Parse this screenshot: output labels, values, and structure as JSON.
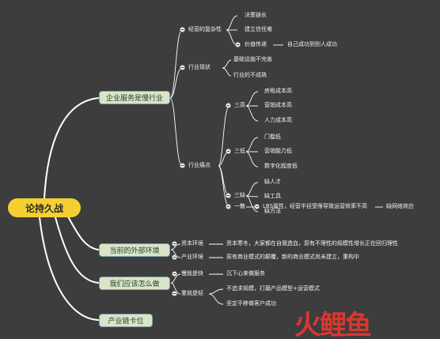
{
  "root": "论持久战",
  "branches": [
    {
      "label": "企业服务是慢行业",
      "children": [
        {
          "label": "经营的复杂性",
          "children": [
            {
              "label": "决策链长"
            },
            {
              "label": "建立信任难"
            },
            {
              "label": "价值传递",
              "note": "自己成功到别人成功"
            }
          ]
        },
        {
          "label": "行业现状",
          "children": [
            {
              "label": "基础设施不完善"
            },
            {
              "label": "行业的不成熟"
            }
          ]
        },
        {
          "label": "行业痛点",
          "children": [
            {
              "label": "三高",
              "children": [
                "房租成本高",
                "营销成本高",
                "人力成本高"
              ]
            },
            {
              "label": "三低",
              "children": [
                "门槛低",
                "营销能力低",
                "数字化程度低"
              ]
            },
            {
              "label": "三缺",
              "children": [
                "缺人才",
                "缺工具",
                "缺方法"
              ]
            },
            {
              "label": "一散",
              "children": [
                "LBS属性，经营半径受限导致运营效率不高"
              ],
              "note": "缺网络效应"
            }
          ]
        }
      ]
    },
    {
      "label": "当前的外部环境",
      "children": [
        {
          "label": "资本环境",
          "note": "资本寒冬，大家都在自我造血，原有不理性的规模性增长正在回归理性"
        },
        {
          "label": "产业环境",
          "note": "原有商业模式的颠覆，新的商业模式尚未建立，重构中"
        }
      ]
    },
    {
      "label": "我们应该怎么做",
      "children": [
        {
          "label": "慢就是快",
          "note": "沉下心来做服务"
        },
        {
          "label": "重就是轻",
          "children": [
            "不追求规模，打磨产品模型+运营模式",
            "坚定不移做客户成功"
          ]
        }
      ]
    },
    {
      "label": "产业链卡位",
      "children": []
    }
  ],
  "watermark": "火鲤鱼",
  "colors": {
    "background": "#3d3d3d",
    "root_fill": "#f5d033",
    "topic_fill": "#d9e5c8",
    "link": "#ffffff",
    "text": "#f2f2f2"
  }
}
